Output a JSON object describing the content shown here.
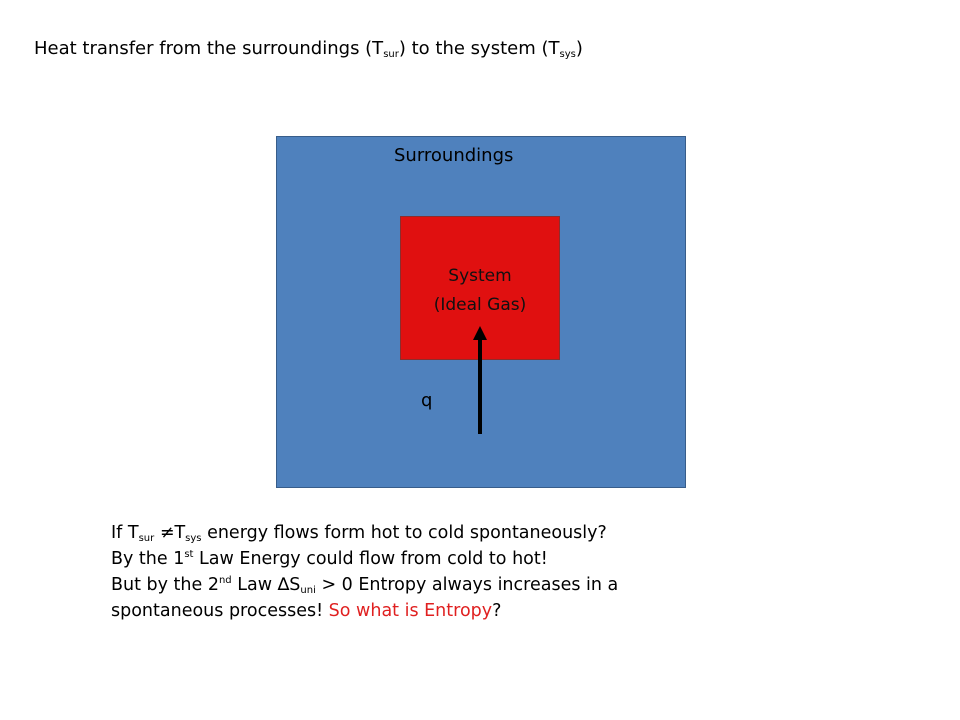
{
  "title": {
    "part1": "Heat transfer from the surroundings (T",
    "sub1": "sur",
    "part2": ") to the system (T",
    "sub2": "sys",
    "part3": ")"
  },
  "diagram": {
    "surroundings_label": "Surroundings",
    "system_line1": "System",
    "system_line2": "(Ideal Gas)",
    "heat_label": "q",
    "colors": {
      "surroundings": "#4f81bd",
      "system": "#e01010",
      "arrow": "#000000"
    }
  },
  "text": {
    "line1": {
      "a": "If T",
      "sub1": "sur",
      "b": " ≠T",
      "sub2": "sys",
      "c": "  energy flows form hot to cold spontaneously?"
    },
    "line2": {
      "a": "By the 1",
      "sup": "st",
      "b": " Law Energy could flow from cold to hot!"
    },
    "line3": {
      "a": "But by the 2",
      "sup": "nd",
      "b": " Law ",
      "delta": "∆",
      "c": "S",
      "sub": "uni",
      "d": " > 0 Entropy always increases in a"
    },
    "line4": {
      "a": "spontaneous processes!  ",
      "red": "So what is Entropy",
      "b": "?"
    }
  }
}
